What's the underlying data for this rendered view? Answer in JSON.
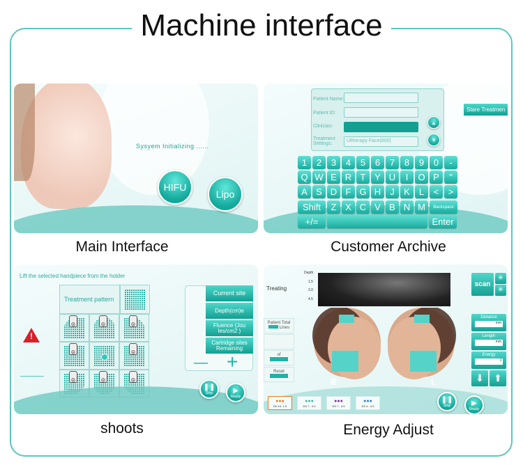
{
  "title": "Machine interface",
  "colors": {
    "accent": "#1fb3a5",
    "frame": "#5cc6bd",
    "alert": "#d8202a"
  },
  "panels": {
    "main": {
      "caption": "Main Interface",
      "status": "Sysyem Initializing ......",
      "buttons": [
        "HIFU",
        "Lipo"
      ]
    },
    "archive": {
      "caption": "Customer Archive",
      "fields": [
        {
          "label": "Patient Name:",
          "value": ""
        },
        {
          "label": "Patient ID:",
          "value": ""
        },
        {
          "label": "Clinician:",
          "value": ""
        },
        {
          "label": "Treatment Settings:",
          "value": "Ultherapy Face(800)"
        }
      ],
      "start_button": "Stare Treatmen",
      "up_icon": "triangle-up-icon",
      "down_icon": "triangle-down-icon",
      "keyboard": [
        [
          "1",
          "2",
          "3",
          "4",
          "5",
          "6",
          "7",
          "8",
          "9",
          "0",
          "-"
        ],
        [
          "Q",
          "W",
          "E",
          "R",
          "T",
          "Y",
          "U",
          "I",
          "O",
          "P",
          "\""
        ],
        [
          "A",
          "S",
          "D",
          "F",
          "G",
          "H",
          "J",
          "K",
          "L",
          "<",
          ">"
        ],
        [
          "Shift",
          "Z",
          "X",
          "C",
          "V",
          "B",
          "N",
          "M",
          "Backspace"
        ],
        [
          "+/=",
          "",
          "Enter"
        ]
      ]
    },
    "shoots": {
      "caption": "shoots",
      "instruction": "Lift the selected handpiece from the holder",
      "pattern_label": "Treatment pattern",
      "params": [
        "Current site",
        "Depth(cm)e",
        "Fluence (Jou les/cm2 )",
        "Cartridge sites Remaining"
      ],
      "minus": "—",
      "plus": "+",
      "stop": "Stop",
      "ready": "Ready",
      "alert_icon": "warning-icon"
    },
    "energy": {
      "caption": "Energy Adjust",
      "status": "Treating",
      "depth_label": "Depth",
      "depth_ticks": [
        "1.5",
        "3.0",
        "4.5"
      ],
      "scan": "scan",
      "patient_total": "Patient Total",
      "lines": "Lines",
      "of": "of",
      "reset": "Reset",
      "side_labels": [
        "R",
        "L"
      ],
      "settings": [
        {
          "label": "Distance",
          "unit": "mm"
        },
        {
          "label": "Length",
          "unit": "mm"
        },
        {
          "label": "Energy",
          "unit": "J"
        }
      ],
      "cartridges": [
        {
          "label": "DS 10- 1.5",
          "color": "#f07a1e"
        },
        {
          "label": "DS 7 - 3.0",
          "color": "#3ab9ac"
        },
        {
          "label": "DS 7 - 4.5",
          "color": "#8a2a9a"
        },
        {
          "label": "DS 4 - 4.5",
          "color": "#2a7fd0"
        }
      ],
      "stop": "Stop",
      "ready": "Ready"
    }
  }
}
